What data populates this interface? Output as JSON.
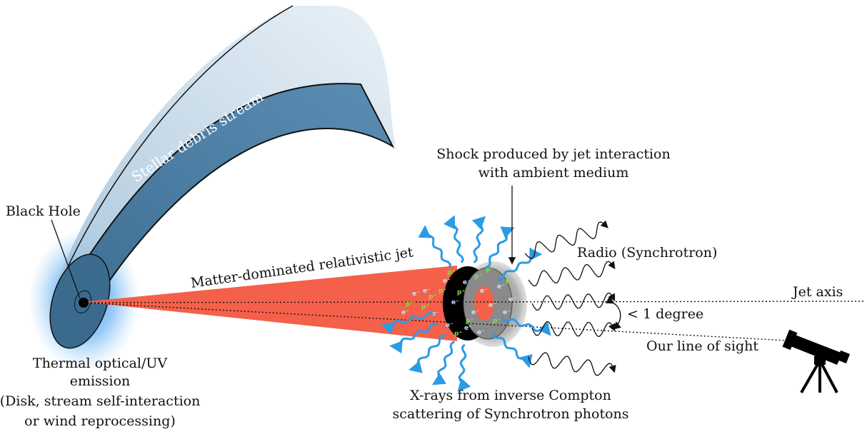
{
  "labels": {
    "black_hole": "Black Hole",
    "stream": "Stellar debris stream",
    "jet": "Matter-dominated relativistic jet",
    "shock_line1": "Shock produced by jet interaction",
    "shock_line2": "with ambient medium",
    "radio": "Radio (Synchrotron)",
    "jet_axis": "Jet axis",
    "angle": "< 1 degree",
    "line_of_sight": "Our line of sight",
    "thermal_line1": "Thermal optical/UV",
    "thermal_line2": "emission",
    "thermal_line3": "(Disk, stream self-interaction",
    "thermal_line4": "or wind reprocessing)",
    "xray_line1": "X-rays from inverse Compton",
    "xray_line2": "scattering of Synchrotron photons"
  },
  "particles": {
    "electron": "e⁻",
    "proton": "p⁺"
  },
  "colors": {
    "jet": "#f4604a",
    "stream": "#4a7da3",
    "stream_light": "#c9dbe8",
    "glow": "#2f8ee8",
    "xray_arrow": "#2b9be6",
    "electron": "#bfe9ff",
    "proton": "#7fe04a"
  },
  "icons": [
    "telescope-icon",
    "wavy-arrow-icon"
  ]
}
